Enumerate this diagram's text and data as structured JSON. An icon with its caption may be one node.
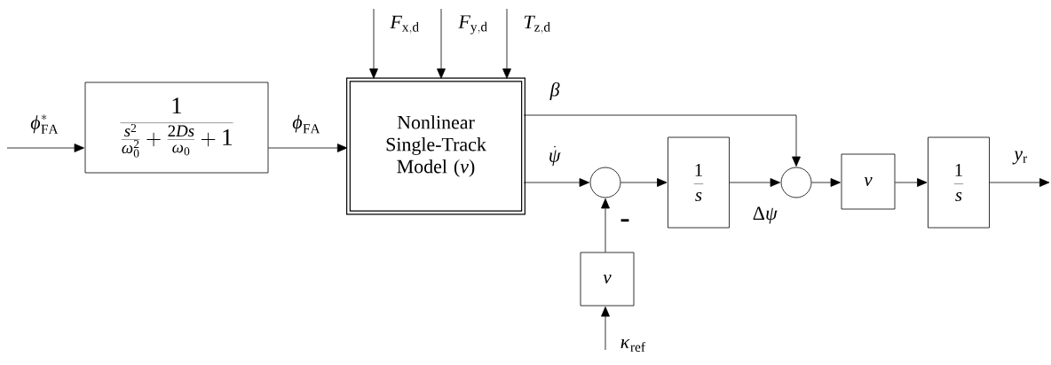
{
  "diagram": {
    "nodes": [
      {
        "text": [
          "\\frac{1}{\\frac{s^{2}}{\\omega_{0}^{2}}+\\frac{2Ds}{\\omega_{0}}+1}"
        ]
      },
      {
        "text": [
          "Nonlinear Single-Track Model (*v*)"
        ]
      },
      {
        "text": [],
        "shape": "circle"
      },
      {
        "text": [
          "\\frac{1}{s}"
        ]
      },
      {
        "text": [],
        "shape": "circle"
      },
      {
        "text": [
          "v"
        ]
      },
      {
        "text": [
          "\\frac{1}{s}"
        ]
      },
      {
        "text": [
          "v"
        ]
      }
    ],
    "edges": [
      {
        "from": null,
        "to": 0,
        "arrow": "to",
        "label": "\\varphi_{\\mathrm{FA}}^{*}"
      },
      {
        "from": 0,
        "to": 1,
        "arrow": "to",
        "label": "\\varphi_{\\mathrm{FA}}"
      },
      {
        "from": null,
        "to": 1,
        "arrow": "to",
        "label": "F_{\\mathrm{x,d}}"
      },
      {
        "from": null,
        "to": 1,
        "arrow": "to",
        "label": "F_{\\mathrm{y,d}}"
      },
      {
        "from": null,
        "to": 1,
        "arrow": "to",
        "label": "T_{\\mathrm{z,d}}"
      },
      {
        "from": 1,
        "to": 4,
        "arrow": "to",
        "label": "\\beta"
      },
      {
        "from": 1,
        "to": 2,
        "arrow": "to",
        "label": "\\dot{\\psi}"
      },
      {
        "from": 2,
        "to": 3,
        "arrow": "to"
      },
      {
        "from": 7,
        "to": 2,
        "arrow": "to",
        "label": "-"
      },
      {
        "from": 3,
        "to": 4,
        "arrow": "to",
        "label": "\\Delta\\psi"
      },
      {
        "from": 4,
        "to": 5,
        "arrow": "to"
      },
      {
        "from": 5,
        "to": 6,
        "arrow": "to"
      },
      {
        "from": 6,
        "to": null,
        "arrow": "to",
        "label": "y_{\\mathrm{r}}"
      },
      {
        "from": null,
        "to": 7,
        "arrow": "to",
        "label": "\\kappa_{\\mathrm{ref}}"
      }
    ]
  }
}
